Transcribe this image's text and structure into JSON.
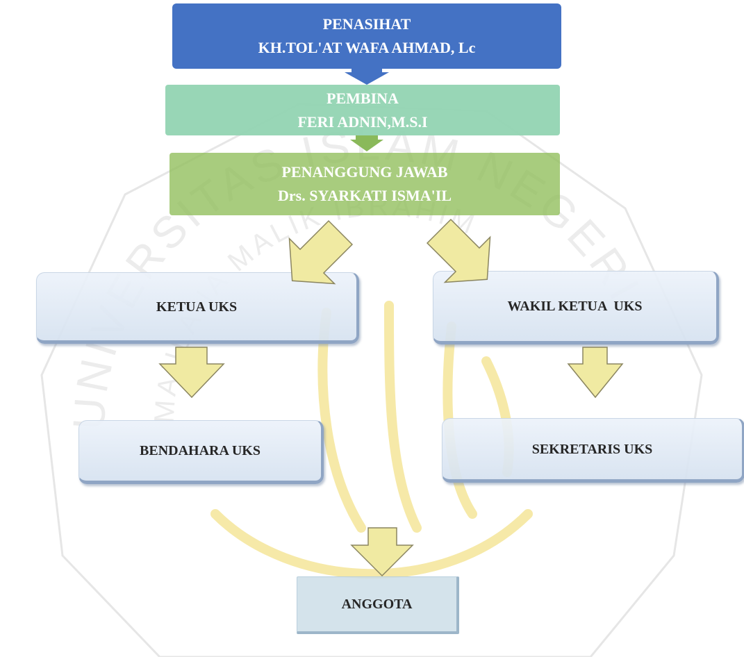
{
  "watermark": {
    "ring_text_top": "UNIVERSITAS ISLAM NEGERI",
    "ring_text_inner": "MAULANA MALIK IBRAHIM"
  },
  "nodes": {
    "penasihat": {
      "title": "PENASIHAT",
      "name": "KH.TOL'AT WAFA AHMAD, Lc"
    },
    "pembina": {
      "title": "PEMBINA",
      "name": "FERI ADNIN,M.S.I"
    },
    "penanggung_jawab": {
      "title": "PENANGGUNG JAWAB",
      "name": "Drs. SYARKATI ISMA'IL"
    },
    "ketua": {
      "label": "KETUA UKS"
    },
    "wakil": {
      "label": "WAKIL KETUA  UKS"
    },
    "bendahara": {
      "label": "BENDAHARA UKS"
    },
    "sekretaris": {
      "label": "SEKRETARIS UKS"
    },
    "anggota": {
      "label": "ANGGOTA"
    }
  },
  "colors": {
    "penasihat": "#4472c4",
    "pembina": "#92d4b2",
    "penanggung_jawab": "#90be5a",
    "arrow_yellow": "#f0eaa2",
    "arrow_outline": "#8a8560"
  }
}
